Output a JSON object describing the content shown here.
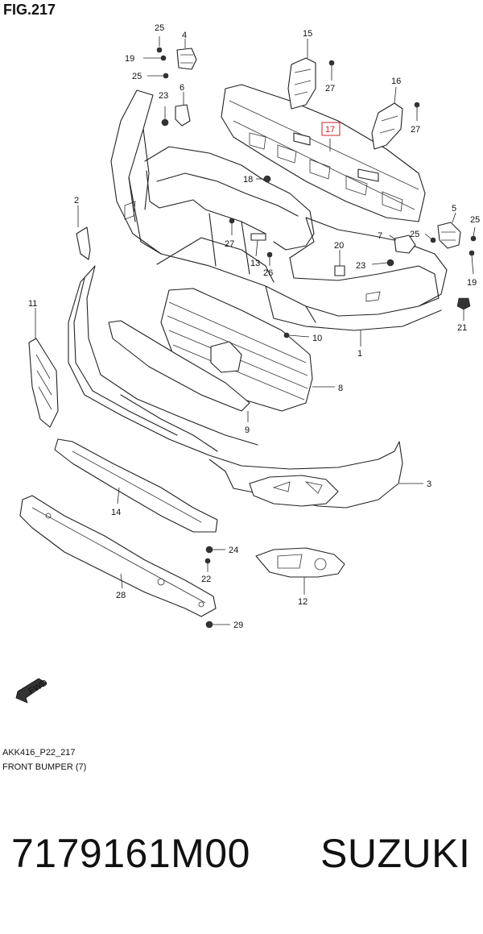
{
  "figure": {
    "title": "FIG.217",
    "code": "AKK416_P22_217",
    "caption": "FRONT BUMPER (7)"
  },
  "callouts": {
    "c1": "1",
    "c2": "2",
    "c3": "3",
    "c4": "4",
    "c5": "5",
    "c6": "6",
    "c7": "7",
    "c8": "8",
    "c9": "9",
    "c10": "10",
    "c11": "11",
    "c12": "12",
    "c13": "13",
    "c14": "14",
    "c15": "15",
    "c16": "16",
    "c17": "17",
    "c18": "18",
    "c19a": "19",
    "c19b": "19",
    "c20": "20",
    "c21": "21",
    "c22": "22",
    "c23a": "23",
    "c23b": "23",
    "c24": "24",
    "c25a": "25",
    "c25b": "25",
    "c25c": "25",
    "c25d": "25",
    "c26": "26",
    "c27a": "27",
    "c27b": "27",
    "c27c": "27",
    "c28": "28",
    "c29": "29"
  },
  "highlight_color": "#cc2222",
  "fwd_label": "FWD",
  "product": {
    "part_number": "7179161M00",
    "brand": "SUZUKI"
  }
}
